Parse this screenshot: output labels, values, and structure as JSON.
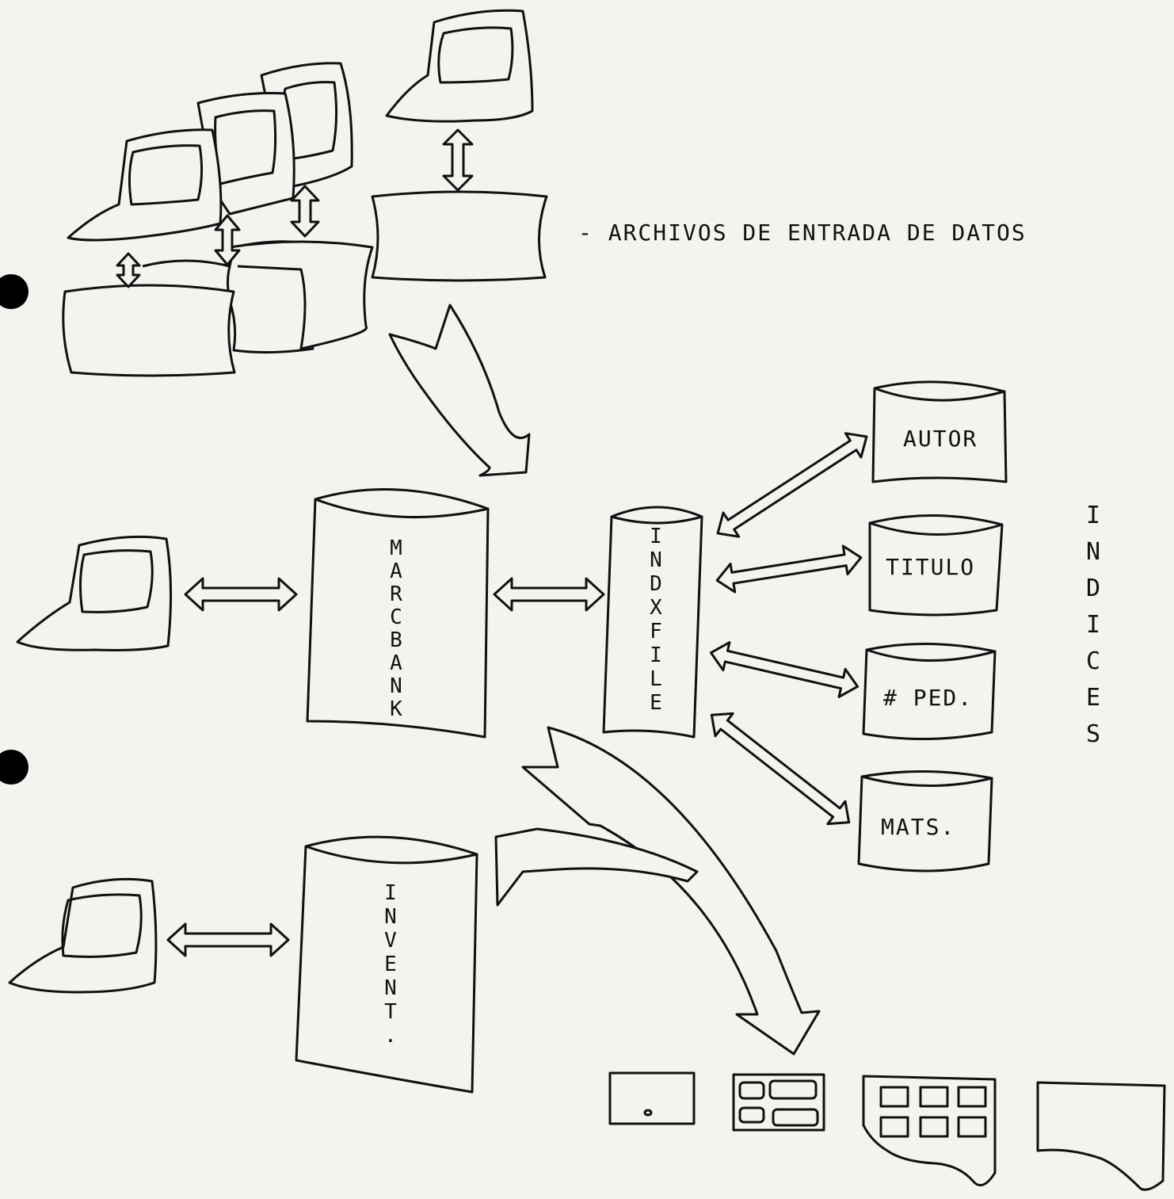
{
  "labels": {
    "entry_files": "- ARCHIVOS DE ENTRADA DE DATOS",
    "marcbank": "MARCBANK",
    "indxfile": "INDXFILE",
    "invent": "INVENT.",
    "indices": "INDICES"
  },
  "indexes": [
    {
      "label": "AUTOR"
    },
    {
      "label": "TITULO"
    },
    {
      "label": "# PED."
    },
    {
      "label": "MATS."
    }
  ],
  "icons": {
    "terminal": "terminal-icon",
    "tape": "tape-file-icon",
    "database": "cylinder-db-icon",
    "outputs": [
      "card-output-icon",
      "label-sheet-icon",
      "report-form-icon",
      "printout-icon"
    ]
  },
  "colors": {
    "ink": "#111111",
    "paper": "#f4f3ef"
  }
}
